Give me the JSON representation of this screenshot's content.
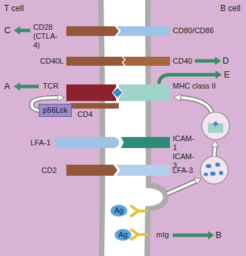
{
  "diagram": {
    "nodes": [
      {
        "text": [
          "T cell"
        ]
      },
      {
        "text": [
          "B cell"
        ]
      },
      {
        "text": [
          "p56Lck"
        ],
        "in": 0
      },
      {
        "text": [
          "Ag"
        ]
      },
      {
        "text": [
          "Ag"
        ]
      }
    ],
    "labels": [
      "C",
      "CD28 (CTLA-4)",
      "CD80/CD86",
      "CD40L",
      "CD40",
      "D",
      "A",
      "TCR",
      "MHC class II",
      "E",
      "CD4",
      "LFA-1",
      "ICAM-1 ICAM-3",
      "CD2",
      "LFA-3",
      "mIg",
      "B"
    ]
  }
}
